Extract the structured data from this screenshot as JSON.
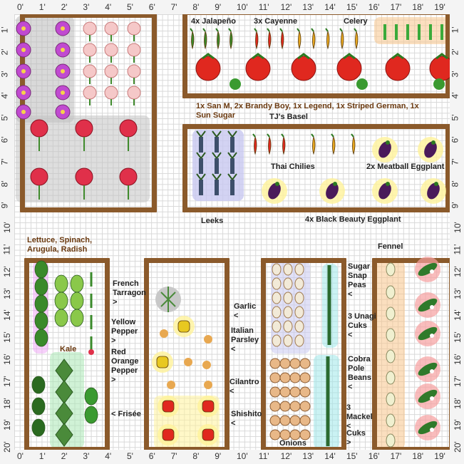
{
  "ruler": {
    "top": [
      "0'",
      "1'",
      "2'",
      "3'",
      "4'",
      "5'",
      "6'",
      "7'",
      "8'",
      "9'",
      "10'",
      "11'",
      "12'",
      "13'",
      "14'",
      "15'",
      "16'",
      "17'",
      "18'",
      "19'"
    ],
    "bottom": [
      "0'",
      "1'",
      "2'",
      "3'",
      "4'",
      "5'",
      "6'",
      "7'",
      "8'",
      "9'",
      "10'",
      "11'",
      "12'",
      "13'",
      "14'",
      "15'",
      "16'",
      "17'",
      "18'",
      "19'"
    ],
    "left": [
      "1'",
      "2'",
      "3'",
      "4'",
      "5'",
      "6'",
      "7'",
      "8'",
      "9'",
      "10'",
      "11'",
      "12'",
      "13'",
      "14'",
      "15'",
      "16'",
      "17'",
      "18'",
      "19'",
      "20'"
    ],
    "right": [
      "1'",
      "2'",
      "3'",
      "4'",
      "5'",
      "6'",
      "7'",
      "8'",
      "9'",
      "10'",
      "11'",
      "12'",
      "13'",
      "14'",
      "15'",
      "16'",
      "17'",
      "18'",
      "19'",
      "20'"
    ]
  },
  "labels": {
    "jalapeno": "4x Jalapeño",
    "cayenne": "3x Cayenne",
    "celery": "Celery",
    "tomatoes": "1x San M, 2x Brandy Boy, 1x Legend, 1x Striped German, 1x\nSun Sugar",
    "basil": "TJ's Basel",
    "thai_chilies": "Thai Chilies",
    "meatball_eggplant": "2x Meatball Eggplant",
    "leeks": "Leeks",
    "black_beauty": "4x Black Beauty Eggplant",
    "lettuce": "Lettuce, Spinach,\nArugula, Radish",
    "kale": "Kale",
    "fennel": "Fennel",
    "tarragon": "French\nTarragon\n>",
    "yellow_pepper": "Yellow\nPepper\n>",
    "red_orange_pepper": "Red\nOrange\nPepper\n>",
    "frisee": "< Frisée",
    "garlic": "Garlic\n<",
    "italian_parsley": "Italian\nParsley\n<",
    "cilantro": "Cilantro\n<",
    "shishito": "Shishito\n<",
    "onions": "Onions",
    "sugar_snap": "Sugar\nSnap\nPeas\n<",
    "unagi": "3 Unagi\nCuks\n<",
    "cobra": "Cobra\nPole\nBeans\n<",
    "mackel": "3\nMackel\n<",
    "cuks": "Cuks\n>"
  },
  "colors": {
    "wood": "#8b5a2b",
    "grid": "#d8d8d8",
    "gray_zone": "#b9b9b9",
    "leek_zone": "#c8c8f0",
    "yellow_zone": "#fff29a",
    "pink_zone": "#f7a0a0",
    "orange_zone": "#f7c58a",
    "cyan_zone": "#9fe8ea",
    "green_zone": "#a9e7b4",
    "magenta_zone": "#efaaf5"
  }
}
